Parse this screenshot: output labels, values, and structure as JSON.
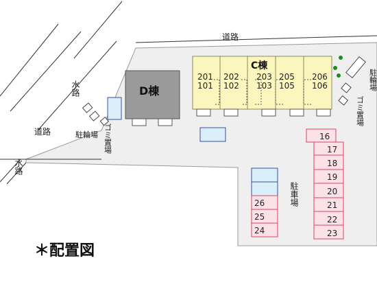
{
  "title": "＊配置図",
  "roads": {
    "north": "道路",
    "west": "道路",
    "waterway_upper": "水路",
    "waterway_lower": "水路"
  },
  "buildings": {
    "c_building": {
      "name": "C棟",
      "units": [
        {
          "upper": "201",
          "lower": "101"
        },
        {
          "upper": "202",
          "lower": "102"
        },
        {
          "upper": "203",
          "lower": "103"
        },
        {
          "upper": "205",
          "lower": "105"
        },
        {
          "upper": "206",
          "lower": "106"
        }
      ]
    },
    "d_building": {
      "name": "D棟"
    }
  },
  "facilities": {
    "bicycle_parking_left": "駐輪場",
    "garbage_left": "ゴミ置場",
    "bicycle_parking_right": "駐輪場",
    "garbage_right": "ゴミ置場",
    "parking_lot": "駐車場"
  },
  "parking": {
    "right_column": [
      "16",
      "17",
      "18",
      "19",
      "20",
      "21",
      "22",
      "23"
    ],
    "left_column": [
      "26",
      "25",
      "24"
    ]
  },
  "colors": {
    "building_c": "#fbf5be",
    "building_d": "#9a9a9a",
    "lot": "#efefef",
    "parking_pink": "#fde1e9",
    "parking_border_pink": "#d9455f",
    "parking_blue": "#d9eef8",
    "parking_border_blue": "#3a4fa0",
    "tree": "#1e8a1e"
  }
}
